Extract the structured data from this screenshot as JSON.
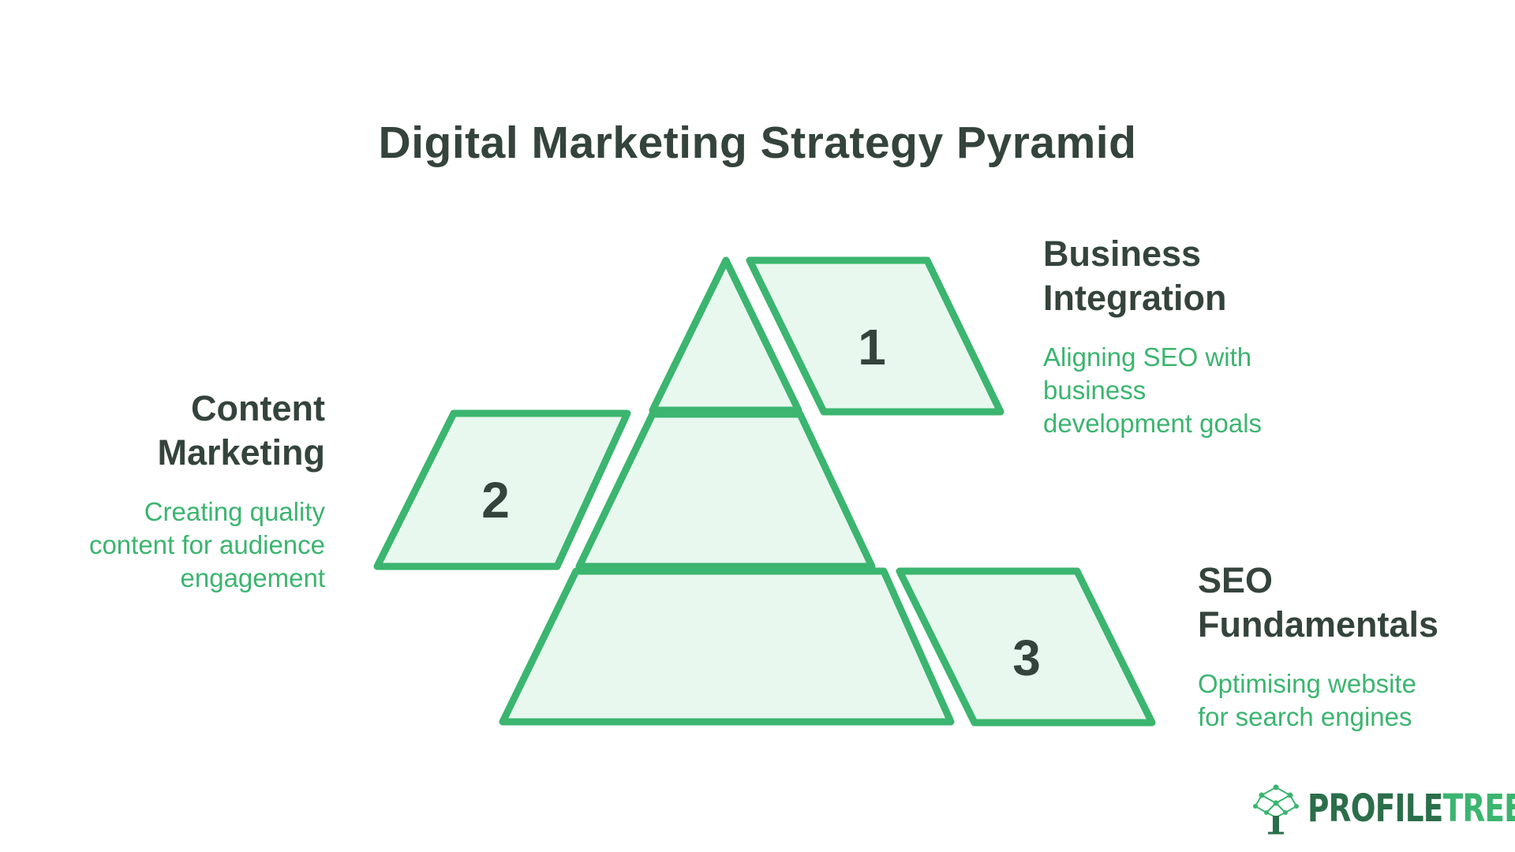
{
  "title": "Digital Marketing Strategy Pyramid",
  "colors": {
    "accent": "#3bb56f",
    "fill": "#e8f8ef",
    "heading": "#34443c",
    "brand_dark": "#2b6e4a"
  },
  "levels": [
    {
      "number": "1",
      "heading_lines": [
        "Business",
        "Integration"
      ],
      "description_lines": [
        "Aligning SEO with",
        "business",
        "development goals"
      ]
    },
    {
      "number": "2",
      "heading_lines": [
        "Content",
        "Marketing"
      ],
      "description_lines": [
        "Creating quality",
        "content for audience",
        "engagement"
      ]
    },
    {
      "number": "3",
      "heading_lines": [
        "SEO",
        "Fundamentals"
      ],
      "description_lines": [
        "Optimising website",
        "for search engines"
      ]
    }
  ],
  "logo": {
    "part1": "PROFILE",
    "part2": "TREE",
    "icon": "tree-network-icon"
  }
}
